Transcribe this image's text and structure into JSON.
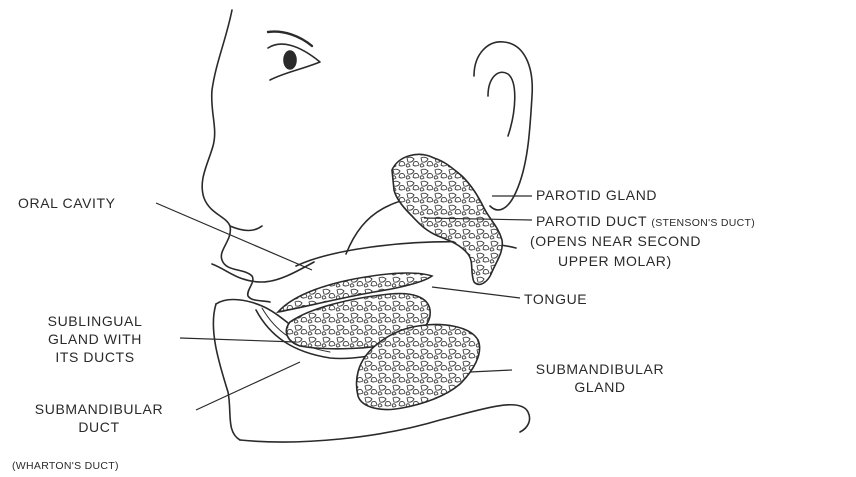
{
  "labels": {
    "oral_cavity": "ORAL CAVITY",
    "parotid_gland": "PAROTID  GLAND",
    "parotid_duct": "PAROTID DUCT",
    "parotid_duct_alt": "(STENSON'S DUCT)",
    "parotid_note_1": "(OPENS  NEAR SECOND",
    "parotid_note_2": "UPPER MOLAR)",
    "tongue": "TONGUE",
    "sublingual_1": "SUBLINGUAL",
    "sublingual_2": "GLAND WITH",
    "sublingual_3": "ITS DUCTS",
    "submandibular_gland_1": "SUBMANDIBULAR",
    "submandibular_gland_2": "GLAND",
    "submandibular_duct_1": "SUBMANDIBULAR",
    "submandibular_duct_2": "DUCT",
    "submandibular_duct_3": "(WHARTON'S DUCT)"
  },
  "colors": {
    "ink": "#2a2a2a",
    "background": "#ffffff"
  }
}
